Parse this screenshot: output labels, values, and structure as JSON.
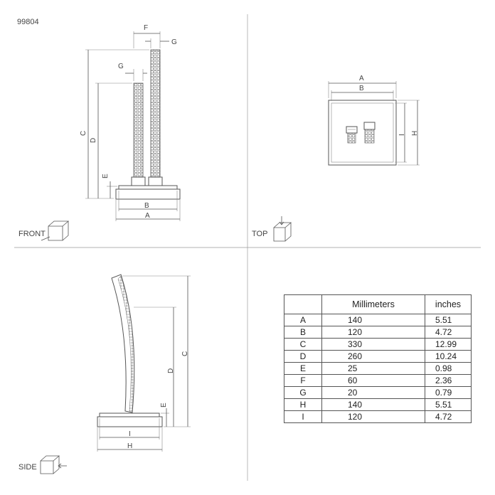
{
  "product": {
    "code": "99804"
  },
  "views": {
    "front": "FRONT",
    "top": "TOP",
    "side": "SIDE"
  },
  "labels": {
    "front": {
      "f": "F",
      "g_top": "G",
      "g_left": "G",
      "c": "C",
      "d": "D",
      "e": "E",
      "b": "B",
      "a": "A"
    },
    "top": {
      "a": "A",
      "b": "B",
      "i": "I",
      "h": "H"
    },
    "side": {
      "c": "C",
      "d": "D",
      "e": "E",
      "i": "I",
      "h": "H"
    }
  },
  "table": {
    "headers": [
      "",
      "Millimeters",
      "inches"
    ],
    "rows": [
      {
        "label": "A",
        "mm": "140",
        "in": "5.51"
      },
      {
        "label": "B",
        "mm": "120",
        "in": "4.72"
      },
      {
        "label": "C",
        "mm": "330",
        "in": "12.99"
      },
      {
        "label": "D",
        "mm": "260",
        "in": "10.24"
      },
      {
        "label": "E",
        "mm": "25",
        "in": "0.98"
      },
      {
        "label": "F",
        "mm": "60",
        "in": "2.36"
      },
      {
        "label": "G",
        "mm": "20",
        "in": "0.79"
      },
      {
        "label": "H",
        "mm": "140",
        "in": "5.51"
      },
      {
        "label": "I",
        "mm": "120",
        "in": "4.72"
      }
    ]
  }
}
